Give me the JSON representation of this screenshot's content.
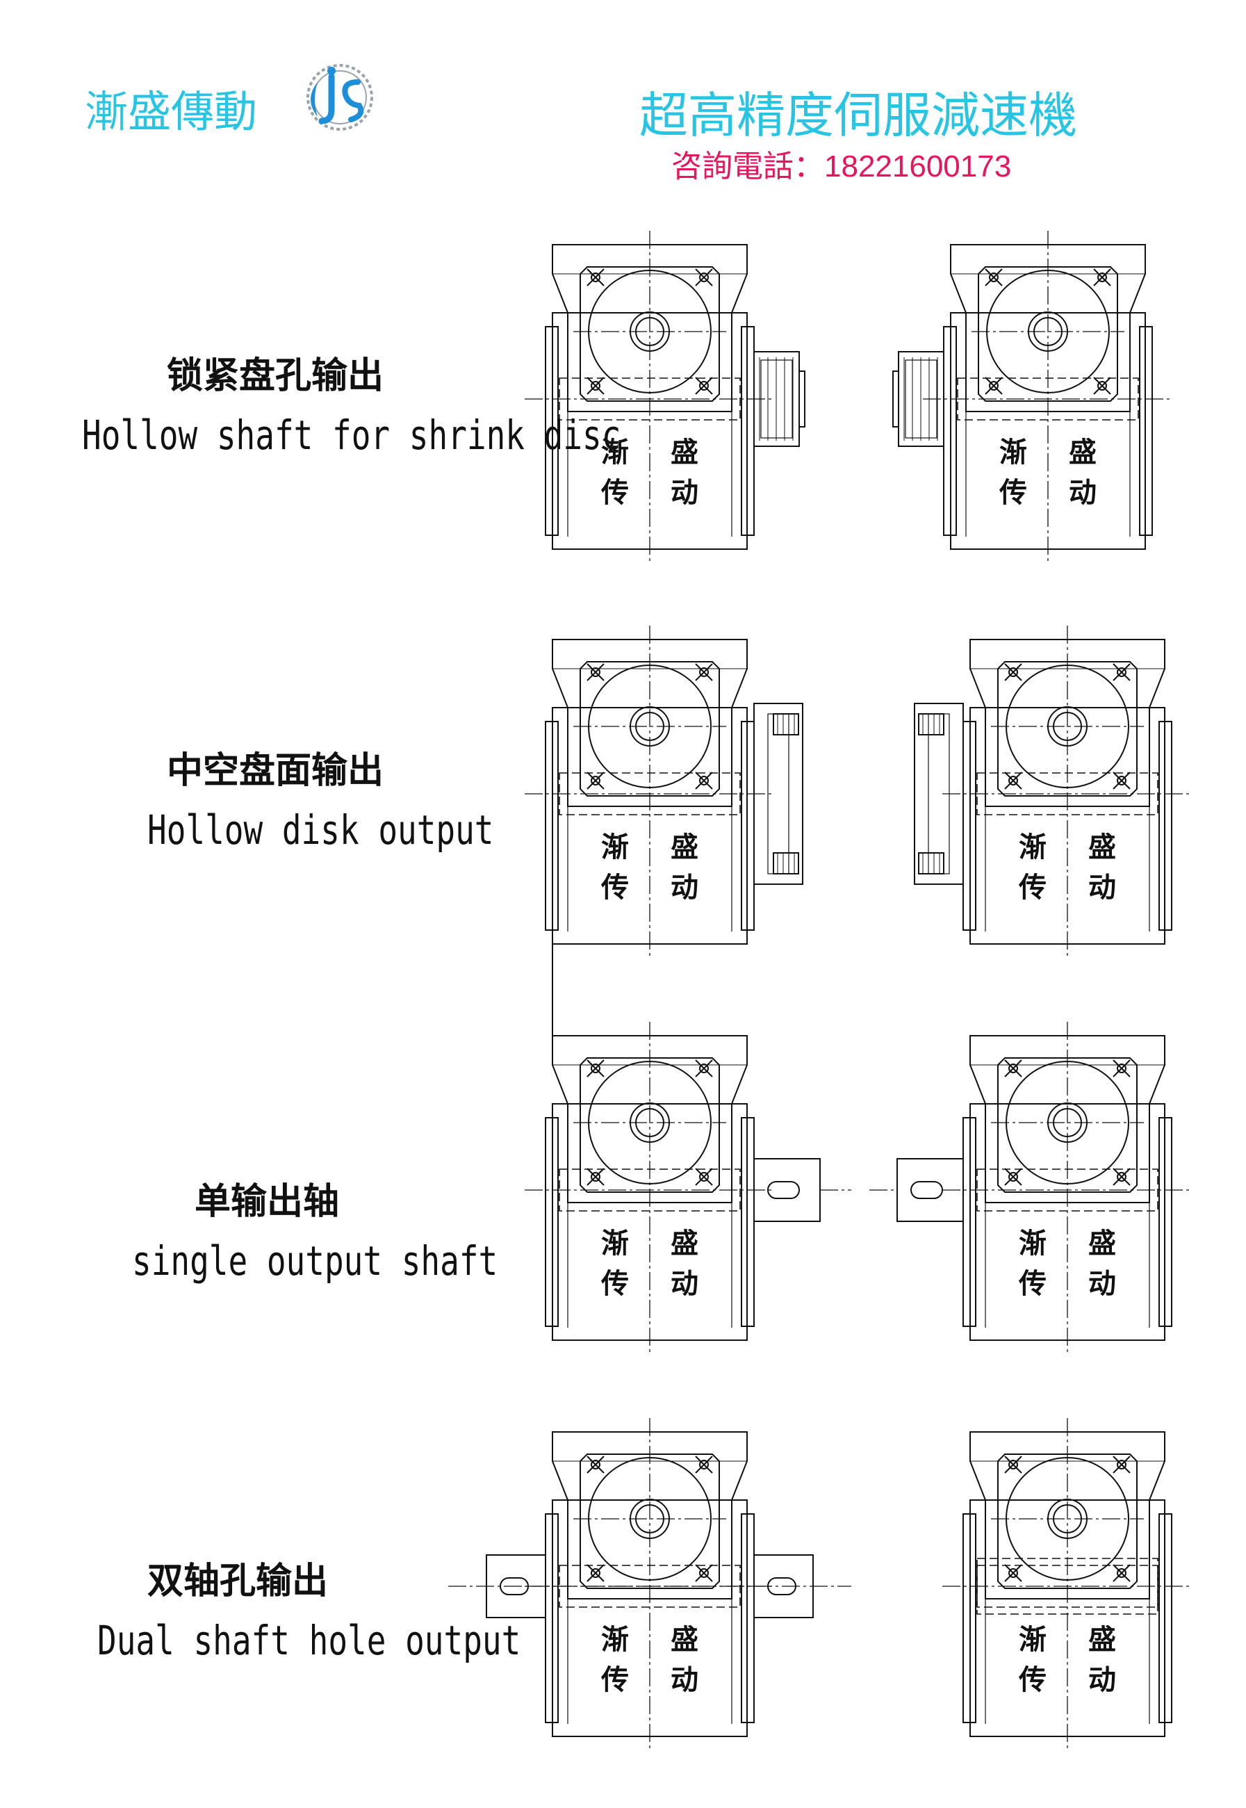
{
  "header": {
    "brand_name": "漸盛傳動",
    "product_title": "超高精度伺服減速機",
    "hotline_label": "咨詢電話：",
    "hotline_number": "18221600173",
    "colors": {
      "brand": "#27c4e3",
      "hotline": "#e8155a",
      "line": "#111111"
    }
  },
  "sections": [
    {
      "title_cn": "锁紧盘孔输出",
      "title_en": "Hollow shaft for shrink disc",
      "output_type": "shrink-disc"
    },
    {
      "title_cn": "中空盘面输出",
      "title_en": "Hollow disk output",
      "output_type": "hollow-disk"
    },
    {
      "title_cn": "单输出轴",
      "title_en": "single output shaft",
      "output_type": "single-shaft"
    },
    {
      "title_cn": "双轴孔输出",
      "title_en": "Dual shaft hole output",
      "output_type": "dual-shaft"
    }
  ],
  "housing_marks": [
    "渐",
    "盛",
    "传",
    "动"
  ]
}
